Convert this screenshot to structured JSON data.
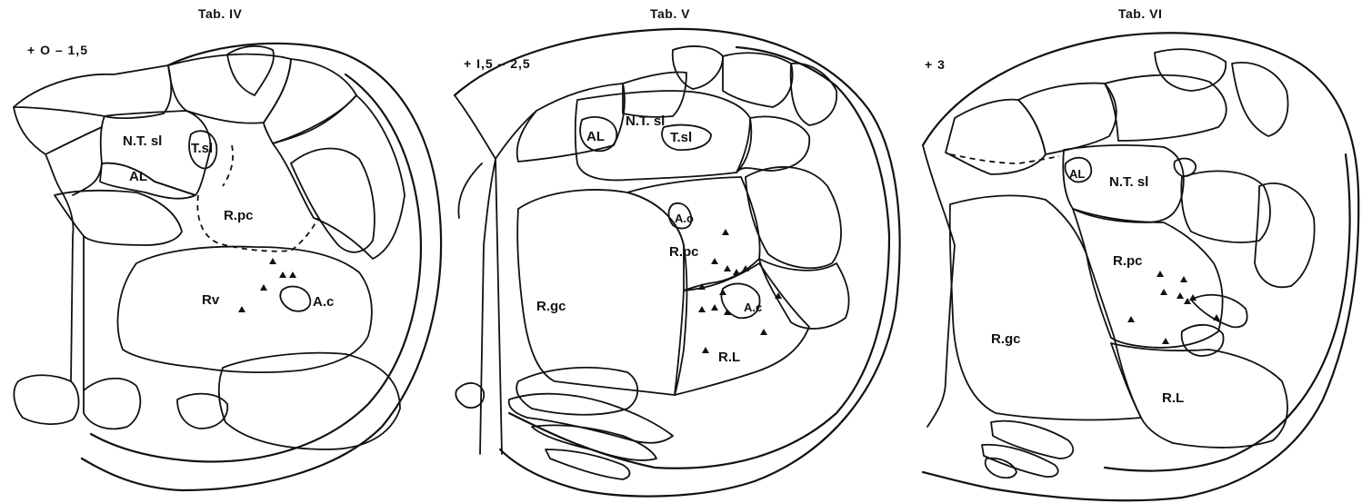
{
  "panels": [
    {
      "title": "Tab. IV",
      "level": "+ O – 1,5",
      "labels": {
        "nts": "N.T. sl",
        "ts": "T.sl",
        "al": "AL",
        "rpc": "R.pc",
        "rv": "Rv",
        "ac": "A.c"
      }
    },
    {
      "title": "Tab. V",
      "level": "+ I,5 – 2,5",
      "labels": {
        "nts": "N.T. sl",
        "ts": "T.sl",
        "al": "AL",
        "ao": "A.o",
        "rpc": "R.pc",
        "ac": "A.c",
        "rgc": "R.gc",
        "rl": "R.L"
      }
    },
    {
      "title": "Tab. VI",
      "level": "+ 3",
      "labels": {
        "nts": "N.T. sl",
        "al": "AL",
        "rpc": "R.pc",
        "rgc": "R.gc",
        "rl": "R.L"
      }
    }
  ],
  "marker": {
    "shape": "filled-triangle",
    "color": "#111111"
  }
}
